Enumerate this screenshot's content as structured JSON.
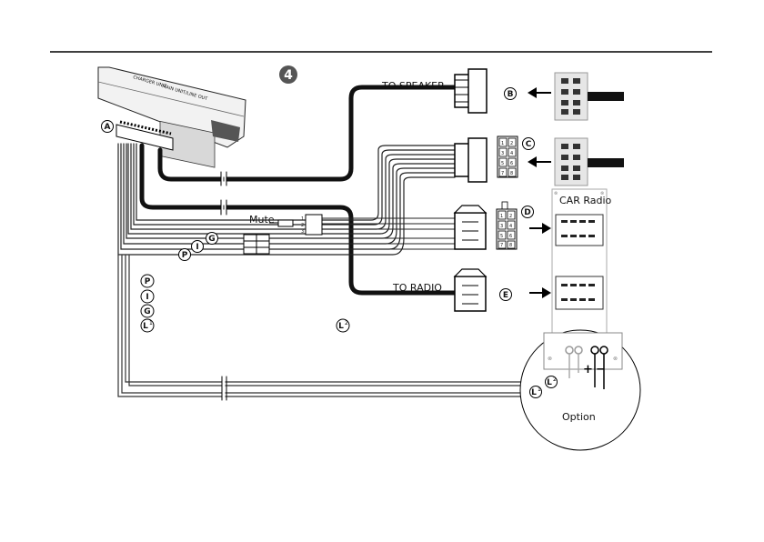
{
  "step_badge": "4",
  "labels": {
    "to_speaker": "TO SPEAKER",
    "to_radio": "TO RADIO",
    "mute": "Mute",
    "car_radio": "CAR Radio",
    "option": "Option",
    "charger_unit": "CHARGER UNIT",
    "main_unit": "MAIN UNIT/LINE OUT"
  },
  "connector_markers": {
    "a": "A",
    "b": "B",
    "c": "C",
    "d": "D",
    "e": "E"
  },
  "wire_markers": {
    "g": "G",
    "i": "I",
    "p": "P",
    "l1": "L",
    "l2": "L"
  },
  "wire_marker_superscripts": {
    "l1": "1",
    "l2": "2"
  },
  "legend_markers": [
    {
      "letter": "P",
      "sup": ""
    },
    {
      "letter": "I",
      "sup": ""
    },
    {
      "letter": "G",
      "sup": ""
    },
    {
      "letter": "L",
      "sup": "1"
    }
  ],
  "standalone_marker": {
    "letter": "L",
    "sup": "2"
  },
  "pin_grid_c": [
    "1",
    "2",
    "3",
    "4",
    "5",
    "6",
    "7",
    "8"
  ],
  "pin_grid_d": [
    "1",
    "2",
    "3",
    "4",
    "5",
    "6",
    "7",
    "8"
  ],
  "mute_pins": [
    "1",
    "2",
    "3"
  ],
  "option_terminals": [
    "+",
    "−"
  ]
}
